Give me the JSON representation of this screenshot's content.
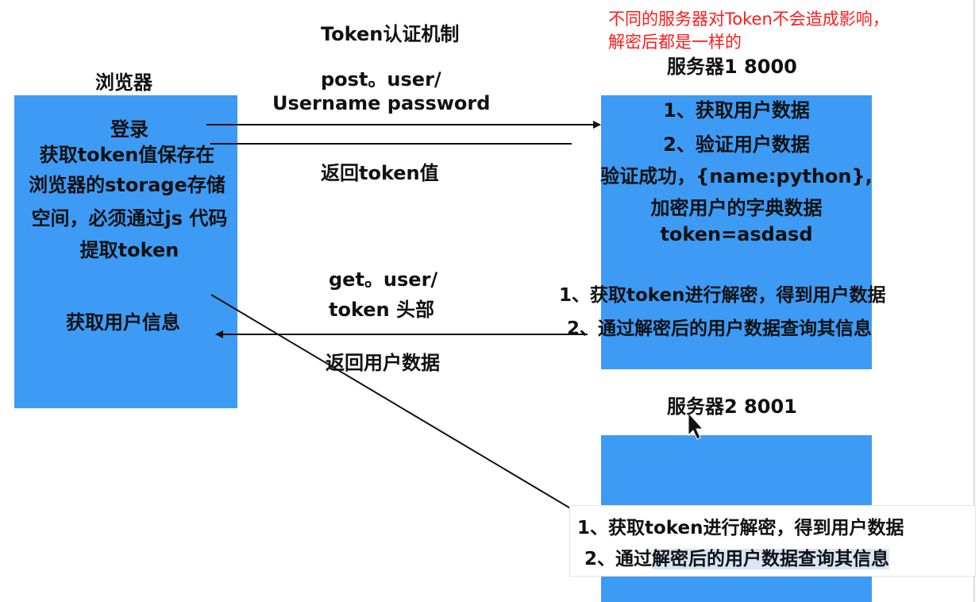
{
  "title": "Token认证机制",
  "note": {
    "line1": "不同的服务器对Token不会造成影响，",
    "line2": "解密后都是一样的"
  },
  "browser": {
    "label": "浏览器",
    "login": "登录",
    "store_lines": [
      "获取token值保存在",
      "浏览器的storage存储",
      "空间，必须通过js 代码",
      "提取token"
    ],
    "get_info": "获取用户信息"
  },
  "server1": {
    "label": "服务器1 8000",
    "lines": [
      "1、获取用户数据",
      "2、验证用户数据",
      "验证成功，{name:python},",
      "加密用户的字典数据",
      "token=asdasd"
    ],
    "decode_lines": [
      "1、获取token进行解密，得到用户数据",
      "2、通过解密后的用户数据查询其信息"
    ]
  },
  "server2": {
    "label": "服务器2 8001",
    "line1": "1、获取token进行解密，得到用户数据",
    "line2_prefix": "2、通过",
    "line2_highlight": "解密后的用户数据查询其信息"
  },
  "arrows": {
    "post_line1": "post。user/",
    "post_line2": "Username password",
    "return_token": "返回token值",
    "get_line1": "get。user/",
    "get_line2": "token 头部",
    "return_user": "返回用户数据"
  }
}
